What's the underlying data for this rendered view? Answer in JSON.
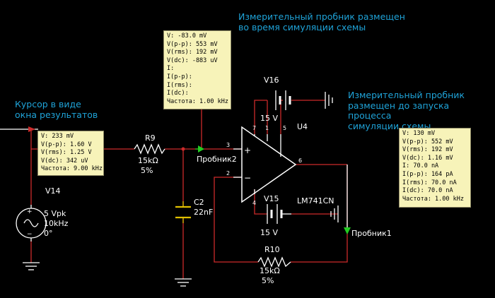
{
  "annotations": {
    "cursor_note": "Курсор в виде\nокна результатов",
    "probe_during_sim": "Измерительный пробник размещен\nво время симуляции схемы",
    "probe_before_sim": "Измерительный пробник\nразмещен до запуска процесса\nсимуляции схемы"
  },
  "probe_window_cursor": {
    "lines": [
      "V: 233 mV",
      "V(p-p): 1.60 V",
      "V(rms): 1.25 V",
      "V(dc): 342 uV",
      "Частота: 9.00 kHz"
    ]
  },
  "probe_window_2": {
    "lines": [
      "V: -83.0 mV",
      "V(p-p): 553 mV",
      "V(rms): 192 mV",
      "V(dc): -883 uV",
      "I:",
      "I(p-p):",
      "I(rms):",
      "I(dc):",
      "Частота: 1.00 kHz"
    ]
  },
  "probe_window_1": {
    "lines": [
      "V: 130 mV",
      "V(p-p): 552 mV",
      "V(rms): 192 mV",
      "V(dc): 1.16 mV",
      "I: 70.0 nA",
      "I(p-p): 164 pA",
      "I(rms): 70.0 nA",
      "I(dc): 70.0 nA",
      "Частота: 1.00 kHz"
    ]
  },
  "components": {
    "v14": {
      "ref": "V14",
      "amp": "5 Vpk",
      "freq": "10kHz",
      "phase": "0°"
    },
    "r9": {
      "ref": "R9",
      "value": "15kΩ",
      "tol": "5%"
    },
    "r10": {
      "ref": "R10",
      "value": "15kΩ",
      "tol": "5%"
    },
    "c2": {
      "ref": "C2",
      "value": "22nF"
    },
    "v16": {
      "ref": "V16",
      "value": "15 V"
    },
    "v15": {
      "ref": "V15",
      "value": "15 V"
    },
    "u4": {
      "ref": "U4",
      "part": "LM741CN"
    },
    "probe2": {
      "label": "Пробник2"
    },
    "probe1": {
      "label": "Пробник1"
    }
  },
  "pins": {
    "p7": "7",
    "p1": "1",
    "p5": "5",
    "p3": "3",
    "p2": "2",
    "p4": "4",
    "p6": "6",
    "plus": "+",
    "minus": "−"
  },
  "colors": {
    "background": "#000000",
    "wire": "#cc2a2a",
    "component": "#ffffff",
    "capacitor": "#e0c000",
    "annotation": "#1fa3d8",
    "probe_window": "#f7f3b9",
    "probe_arrow": "#22cc22"
  }
}
